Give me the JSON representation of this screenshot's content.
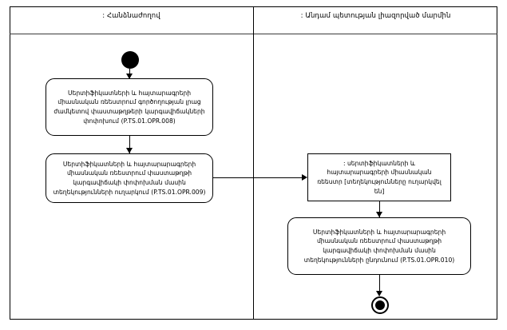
{
  "diagram": {
    "title": "UML activity diagram with two swimlanes",
    "lanes": [
      {
        "label": ": Հանձնաժողով"
      },
      {
        "label": ": Անդամ պետության լիազորված մարմին"
      }
    ],
    "nodes": {
      "initial": {
        "name": "initial-node",
        "label": ""
      },
      "activity1": {
        "label": "Սերտիֆիկատների և հայտարագրերի միասնական ռեեստրում գործողության լրաց ժամկետով փաստաթղթերի կարգավիճակների փոփոխում (P.TS.01.OPR.008)"
      },
      "activity2": {
        "label": "Սերտիֆիկատների և հայտարարագրերի միասնական ռեեստրում փաստաթղթի կարգավիճակի փոփոխման մասին տեղեկությունների ուղարկում (P.TS.01.OPR.009)"
      },
      "objectnode": {
        "label": ": սերտիֆիկատների և հայտարարագրերի միասնական ռեեստր [տեղեկությունները ուղարկվել են]"
      },
      "activity3": {
        "label": "Սերտիֆիկատների և հայտարարագրերի միասնական ռեեստրում փաստաթղթի կարգավիճակի փոփոխման մասին տեղեկությունների ընդունում (P.TS.01.OPR.010)"
      },
      "final": {
        "name": "final-node",
        "label": ""
      }
    },
    "colors": {
      "line": "#000000",
      "background": "#ffffff",
      "header_rule": "#3a3a3a"
    }
  }
}
